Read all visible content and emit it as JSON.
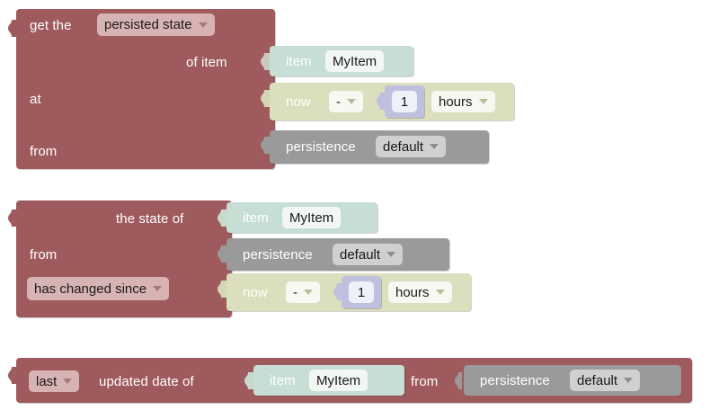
{
  "app": {
    "kind": "blockly-workspace",
    "background": "#ffffff"
  },
  "palette": {
    "red": "#9e5a5c",
    "mint": "#c6ded3",
    "olive": "#dbdfbd",
    "gray": "#9a9a9a",
    "lavender": "#bfc0de",
    "field_white": "#f2f7f3",
    "field_gray": "#d0d0d0",
    "field_rose": "#d8b3b4",
    "label_text": "#ffffff",
    "field_text": "#1a1a1a"
  },
  "blocks": [
    {
      "id": "get-persisted-state",
      "name": "get-persisted-state-block",
      "color": "red",
      "rows": [
        {
          "label": "get the",
          "dropdown": {
            "value": "persisted state",
            "style": "rose"
          }
        },
        {
          "label": "of item",
          "child": {
            "id": "item-block-1",
            "name": "item-block",
            "color": "mint",
            "label": "item",
            "field": {
              "value": "MyItem",
              "style": "white"
            }
          }
        },
        {
          "label": "at",
          "child": {
            "id": "datetime-block-1",
            "name": "datetime-offset-block",
            "color": "olive",
            "label": "now",
            "operator": {
              "value": "-",
              "style": "olive"
            },
            "amount": {
              "id": "number-block-1",
              "name": "math-number-block",
              "color": "lavender",
              "value": "1"
            },
            "unit": {
              "value": "hours",
              "style": "olive"
            }
          }
        },
        {
          "label": "from",
          "child": {
            "id": "persistence-block-1",
            "name": "persistence-block",
            "color": "gray",
            "label": "persistence",
            "dropdown": {
              "value": "default",
              "style": "gray"
            }
          }
        }
      ]
    },
    {
      "id": "state-has-changed",
      "name": "state-changed-block",
      "color": "red",
      "rows": [
        {
          "label": "the state of",
          "child": {
            "id": "item-block-2",
            "name": "item-block",
            "color": "mint",
            "label": "item",
            "field": {
              "value": "MyItem",
              "style": "white"
            }
          }
        },
        {
          "label": "from",
          "child": {
            "id": "persistence-block-2",
            "name": "persistence-block",
            "color": "gray",
            "label": "persistence",
            "dropdown": {
              "value": "default",
              "style": "gray"
            }
          }
        },
        {
          "dropdown": {
            "value": "has changed since",
            "style": "rose"
          },
          "child": {
            "id": "datetime-block-2",
            "name": "datetime-offset-block",
            "color": "olive",
            "label": "now",
            "operator": {
              "value": "-",
              "style": "olive"
            },
            "amount": {
              "id": "number-block-2",
              "name": "math-number-block",
              "color": "lavender",
              "value": "1"
            },
            "unit": {
              "value": "hours",
              "style": "olive"
            }
          }
        }
      ]
    },
    {
      "id": "last-updated-date",
      "name": "last-updated-date-block",
      "color": "red",
      "inline": true,
      "parts": [
        {
          "dropdown": {
            "value": "last",
            "style": "rose"
          }
        },
        {
          "label": "updated date of"
        },
        {
          "child": {
            "id": "item-block-3",
            "name": "item-block",
            "color": "mint",
            "label": "item",
            "field": {
              "value": "MyItem",
              "style": "white"
            }
          }
        },
        {
          "label": "from"
        },
        {
          "child": {
            "id": "persistence-block-3",
            "name": "persistence-block",
            "color": "gray",
            "label": "persistence",
            "dropdown": {
              "value": "default",
              "style": "gray"
            }
          }
        }
      ]
    }
  ]
}
